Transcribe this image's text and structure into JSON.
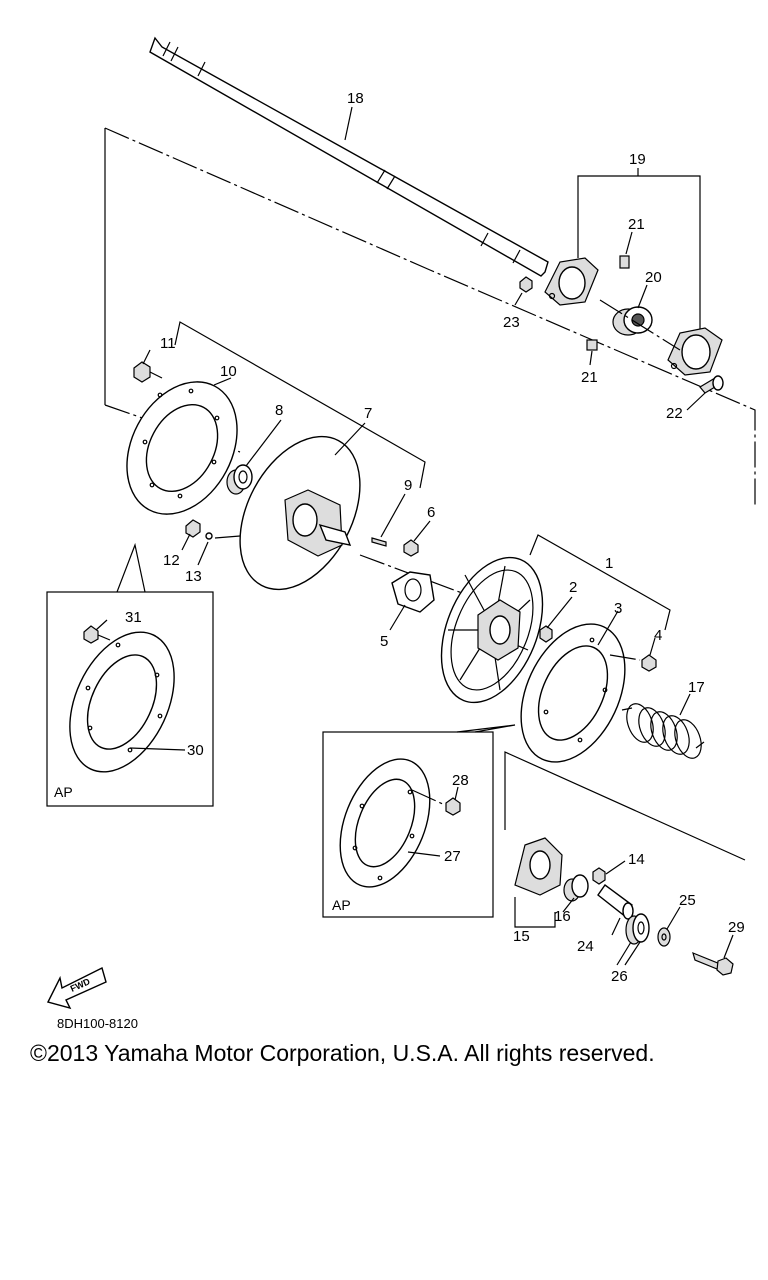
{
  "diagram": {
    "callouts": [
      "1",
      "2",
      "3",
      "4",
      "5",
      "6",
      "7",
      "8",
      "9",
      "10",
      "11",
      "12",
      "13",
      "14",
      "15",
      "16",
      "17",
      "18",
      "19",
      "20",
      "21",
      "21",
      "22",
      "23",
      "24",
      "25",
      "26",
      "27",
      "28",
      "29",
      "30",
      "31"
    ],
    "ap_label_left": "AP",
    "ap_label_center": "AP",
    "fwd_label": "FWD"
  },
  "footer": {
    "part_code": "8DH100-8120",
    "copyright": "©2013 Yamaha Motor Corporation, U.S.A. All rights reserved."
  }
}
